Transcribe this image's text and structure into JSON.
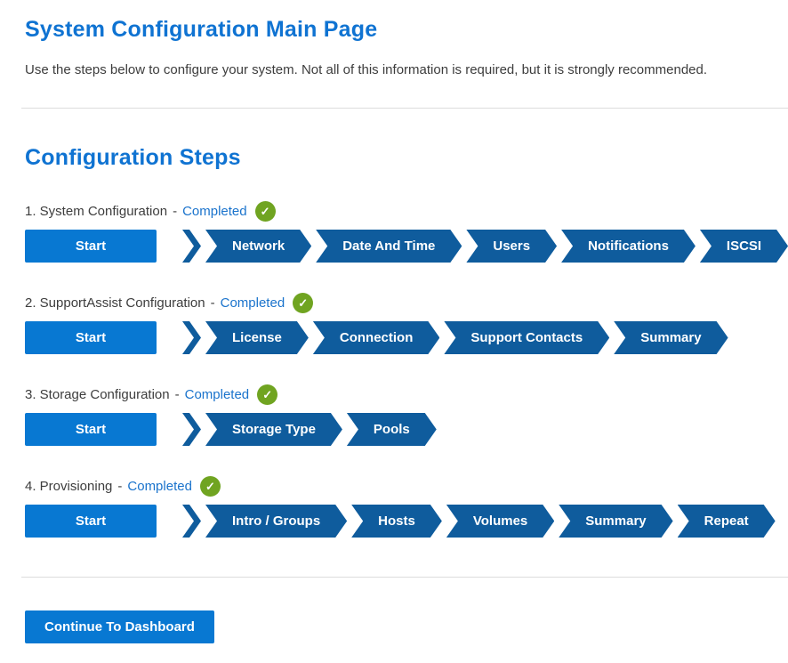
{
  "page": {
    "title": "System Configuration Main Page",
    "subtitle": "Use the steps below to configure your system. Not all of this information is required, but it is strongly recommended.",
    "section_title": "Configuration Steps",
    "continue_label": "Continue To Dashboard"
  },
  "steps": [
    {
      "title": "1. System Configuration",
      "separator": "-",
      "status": "Completed",
      "status_icon": "check-circle",
      "start_label": "Start",
      "stages": [
        "Network",
        "Date And Time",
        "Users",
        "Notifications",
        "ISCSI"
      ]
    },
    {
      "title": "2. SupportAssist Configuration",
      "separator": "-",
      "status": "Completed",
      "status_icon": "check-circle",
      "start_label": "Start",
      "stages": [
        "License",
        "Connection",
        "Support Contacts",
        "Summary"
      ]
    },
    {
      "title": "3. Storage Configuration",
      "separator": "-",
      "status": "Completed",
      "status_icon": "check-circle",
      "start_label": "Start",
      "stages": [
        "Storage Type",
        "Pools"
      ]
    },
    {
      "title": "4. Provisioning",
      "separator": "-",
      "status": "Completed",
      "status_icon": "check-circle",
      "start_label": "Start",
      "stages": [
        "Intro / Groups",
        "Hosts",
        "Volumes",
        "Summary",
        "Repeat"
      ]
    }
  ],
  "icons": {
    "completed_check": "✓"
  },
  "colors": {
    "heading_blue": "#0f73d2",
    "status_link_blue": "#1a73cc",
    "button_blue": "#0878d2",
    "chevron_blue": "#0f5c9d",
    "success_green": "#70a421",
    "divider_gray": "#dcdcdc",
    "text_dark": "#3d3d3d"
  }
}
